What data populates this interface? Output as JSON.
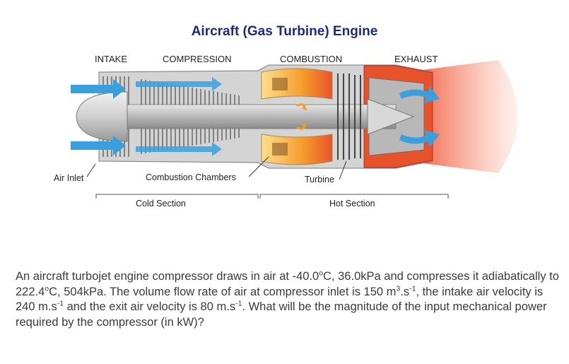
{
  "diagram": {
    "title": "Aircraft (Gas Turbine) Engine",
    "stages": {
      "intake": "INTAKE",
      "compression": "COMPRESSION",
      "combustion": "COMBUSTION",
      "exhaust": "EXHAUST"
    },
    "callouts": {
      "air_inlet": "Air Inlet",
      "combustion_chambers": "Combustion Chambers",
      "turbine": "Turbine"
    },
    "sections": {
      "cold": "Cold Section",
      "hot": "Hot Section"
    },
    "colors": {
      "title": "#1e2a78",
      "airflow": "#3aa0dd",
      "exhaust_plume": "#f07a5a",
      "combustion": "#f59b2a",
      "casing_hot": "#e8522b"
    }
  },
  "question": {
    "part1": "An aircraft turbojet engine compressor draws in air at -40.0",
    "deg1": "o",
    "part2": "C, 36.0kPa and compresses it adiabatically to 222.4",
    "deg2": "o",
    "part3": "C, 504kPa. The volume flow rate of air at compressor inlet is 150 m",
    "exp_vol": "3",
    "part4": ".s",
    "exp_vol_s": "-1",
    "part5": ", the intake air velocity is 240 m.s",
    "exp_in": "-1",
    "part6": " and the exit air velocity is 80 m.s",
    "exp_out": "-1",
    "part7": ". What will be the magnitude of the input mechanical power required by the compressor (in kW)?"
  }
}
